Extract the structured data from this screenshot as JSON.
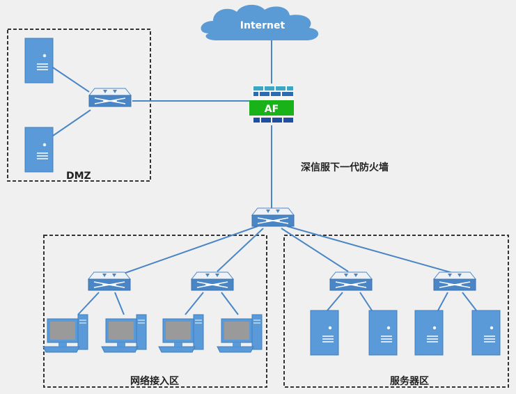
{
  "cloud": {
    "label": "Internet"
  },
  "firewall": {
    "label": "AF",
    "caption": "深信服下一代防火墙"
  },
  "zones": {
    "dmz": {
      "label": "DMZ"
    },
    "access": {
      "label": "网络接入区"
    },
    "server": {
      "label": "服务器区"
    }
  },
  "colors": {
    "link": "#4a86c5",
    "device": "#4a86c5",
    "switch_top": "#e6ecf2",
    "firewall_green": "#1dbb1d",
    "firewall_brick_light": "#38a9c6",
    "firewall_brick_dark": "#1f4fa0",
    "zone_border": "#333333"
  }
}
